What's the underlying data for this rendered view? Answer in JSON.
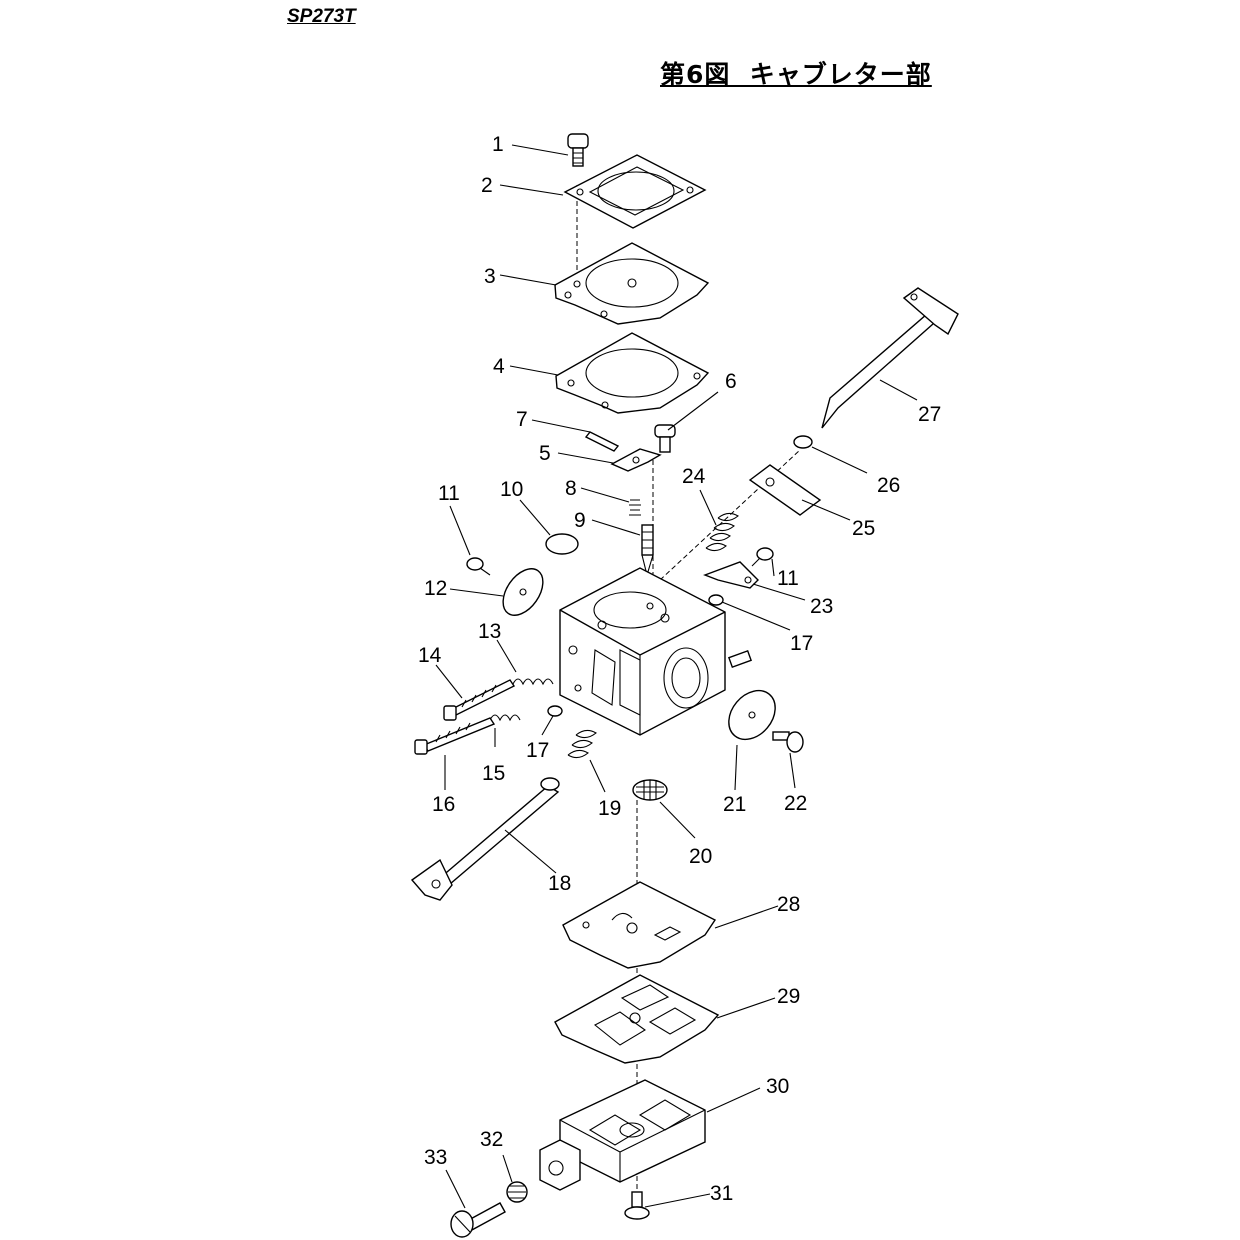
{
  "header": {
    "model": "SP273T",
    "figure_title": "第6図  キャブレター部"
  },
  "callouts": [
    "1",
    "2",
    "3",
    "4",
    "5",
    "6",
    "7",
    "8",
    "9",
    "10",
    "11",
    "11",
    "12",
    "13",
    "14",
    "15",
    "16",
    "17",
    "17",
    "18",
    "19",
    "20",
    "21",
    "22",
    "23",
    "24",
    "25",
    "26",
    "27",
    "28",
    "29",
    "30",
    "31",
    "32",
    "33"
  ]
}
